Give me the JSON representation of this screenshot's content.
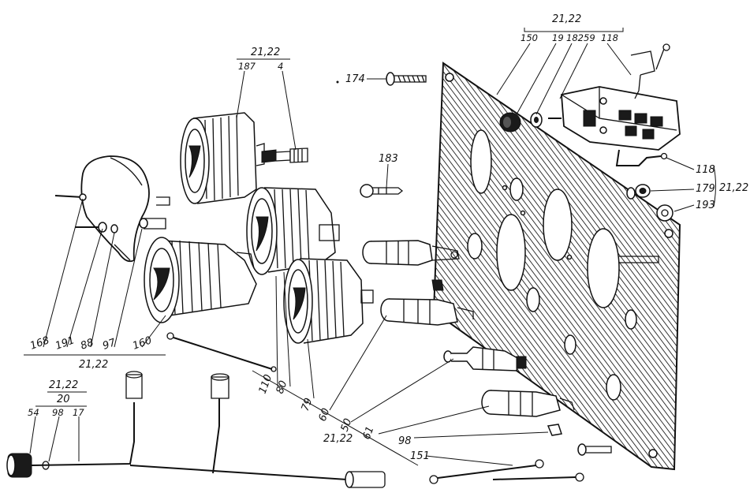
{
  "labels": {
    "l_2122_top": "21,22",
    "l_150": "150",
    "l_19": "19",
    "l_182": "182",
    "l_59": "59",
    "l_118_top": "118",
    "l_2122_gauge": "21,22",
    "l_187": "187",
    "l_4": "4",
    "l_174": "174",
    "l_183": "183",
    "l_118_r": "118",
    "l_179": "179",
    "l_193": "193",
    "l_2122_right": "21,22",
    "l_168": "168",
    "l_191": "191",
    "l_88": "88",
    "l_97": "97",
    "l_160": "160",
    "l_2122_left": "21,22",
    "l_2122_harness": "21,22",
    "l_20": "20",
    "l_54": "54",
    "l_98_left": "98",
    "l_17": "17",
    "l_110": "110",
    "l_80": "80",
    "l_79": "79",
    "l_60": "60",
    "l_50": "50",
    "l_61": "61",
    "l_98_mid": "98",
    "l_2122_mid": "21,22",
    "l_151": "151"
  }
}
